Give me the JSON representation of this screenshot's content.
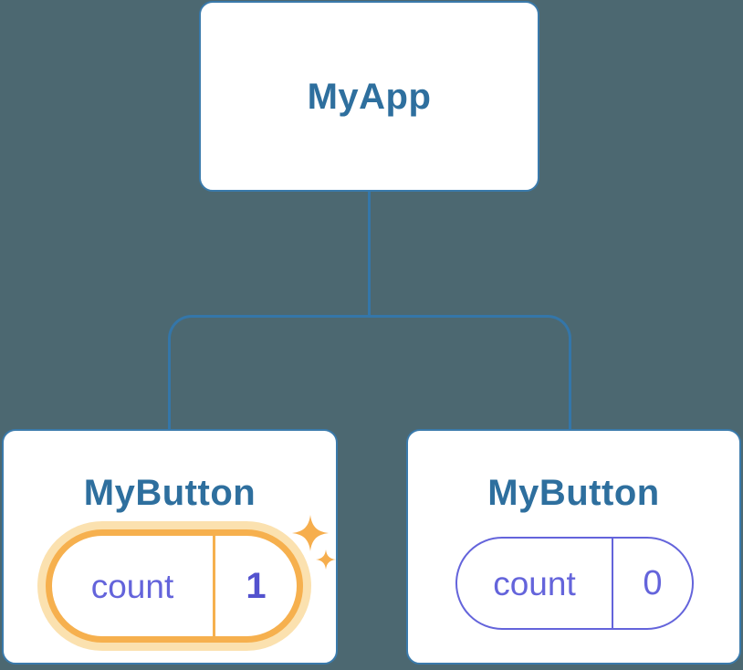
{
  "diagram": {
    "description": "React component tree with state",
    "background_color": "#4C6871",
    "connector_color": "#3476A9",
    "root": {
      "label": "MyApp"
    },
    "children": [
      {
        "label": "MyButton",
        "state": {
          "key": "count",
          "value": "1"
        },
        "highlighted": true,
        "sparkles": true
      },
      {
        "label": "MyButton",
        "state": {
          "key": "count",
          "value": "0"
        },
        "highlighted": false,
        "sparkles": false
      }
    ],
    "colors": {
      "card_background": "#ffffff",
      "card_border": "#3A7AAB",
      "title_text": "#2E6F9E",
      "state_text": "#6464DB",
      "state_value_highlight_text": "#5352CE",
      "highlight_border": "#F6B04E",
      "highlight_halo": "#FBE1AF",
      "sparkle": "#F6AE4D"
    }
  }
}
